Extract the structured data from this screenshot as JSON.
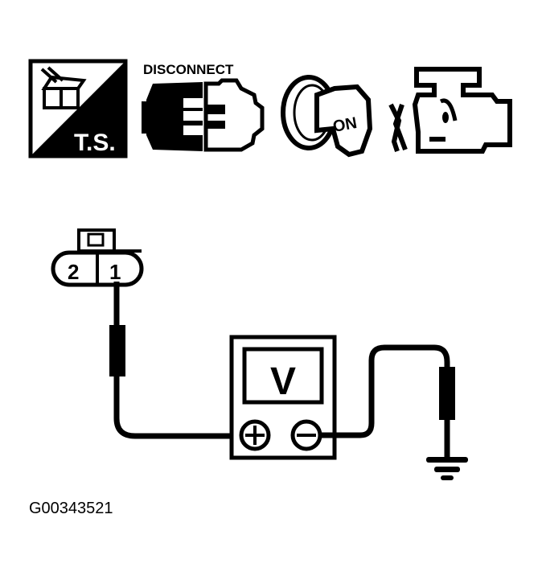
{
  "icons": {
    "troubleshooting": {
      "label": "T.S.",
      "icon": "troubleshooting-icon"
    },
    "disconnect": {
      "label": "DISCONNECT",
      "icon": "connector-disconnect-icon"
    },
    "ignition": {
      "label": "ON",
      "icon": "ignition-key-on-icon"
    },
    "engine": {
      "label": "",
      "icon": "engine-off-icon"
    }
  },
  "connector": {
    "pins": [
      "2",
      "1"
    ],
    "test_pin": "1"
  },
  "meter": {
    "label": "V",
    "positive_terminal": "+",
    "negative_terminal": "−"
  },
  "ground": {
    "icon": "ground-symbol-icon"
  },
  "figure_id": "G00343521",
  "colors": {
    "ink": "#000000",
    "paper": "#ffffff"
  }
}
